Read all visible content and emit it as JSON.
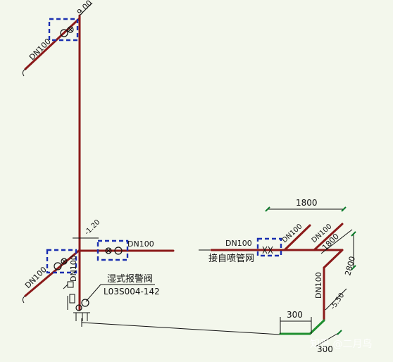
{
  "labels": {
    "elev_top": "9.00",
    "elev_mid": "-1.20",
    "elev_right": "-5.50",
    "dn_top_branch": "DN100",
    "dn_left_branch": "DN100",
    "dn_vertical": "DN100",
    "dn_mid_branch": "DN100",
    "dn_right_inlet": "DN100",
    "dn_right_a": "DN100",
    "dn_right_b": "DN100",
    "dn_right_down": "DN100",
    "alarm_valve": "湿式报警阀",
    "alarm_valve_code": "L03S004-142",
    "to_sprinkler": "接自喷管网",
    "dim_1800_top": "1800",
    "dim_1800_slant": "1800",
    "dim_2800": "2800",
    "dim_300_a": "300",
    "dim_300_b": "300",
    "watermark": "知乎 @二月鸟"
  },
  "colors": {
    "background": "#f3f7ec",
    "pipe": "#8b1a1a",
    "highlight": "#1a2fb0",
    "dimension": "#0a7a2a",
    "green_pipe": "#1f8f2f"
  }
}
